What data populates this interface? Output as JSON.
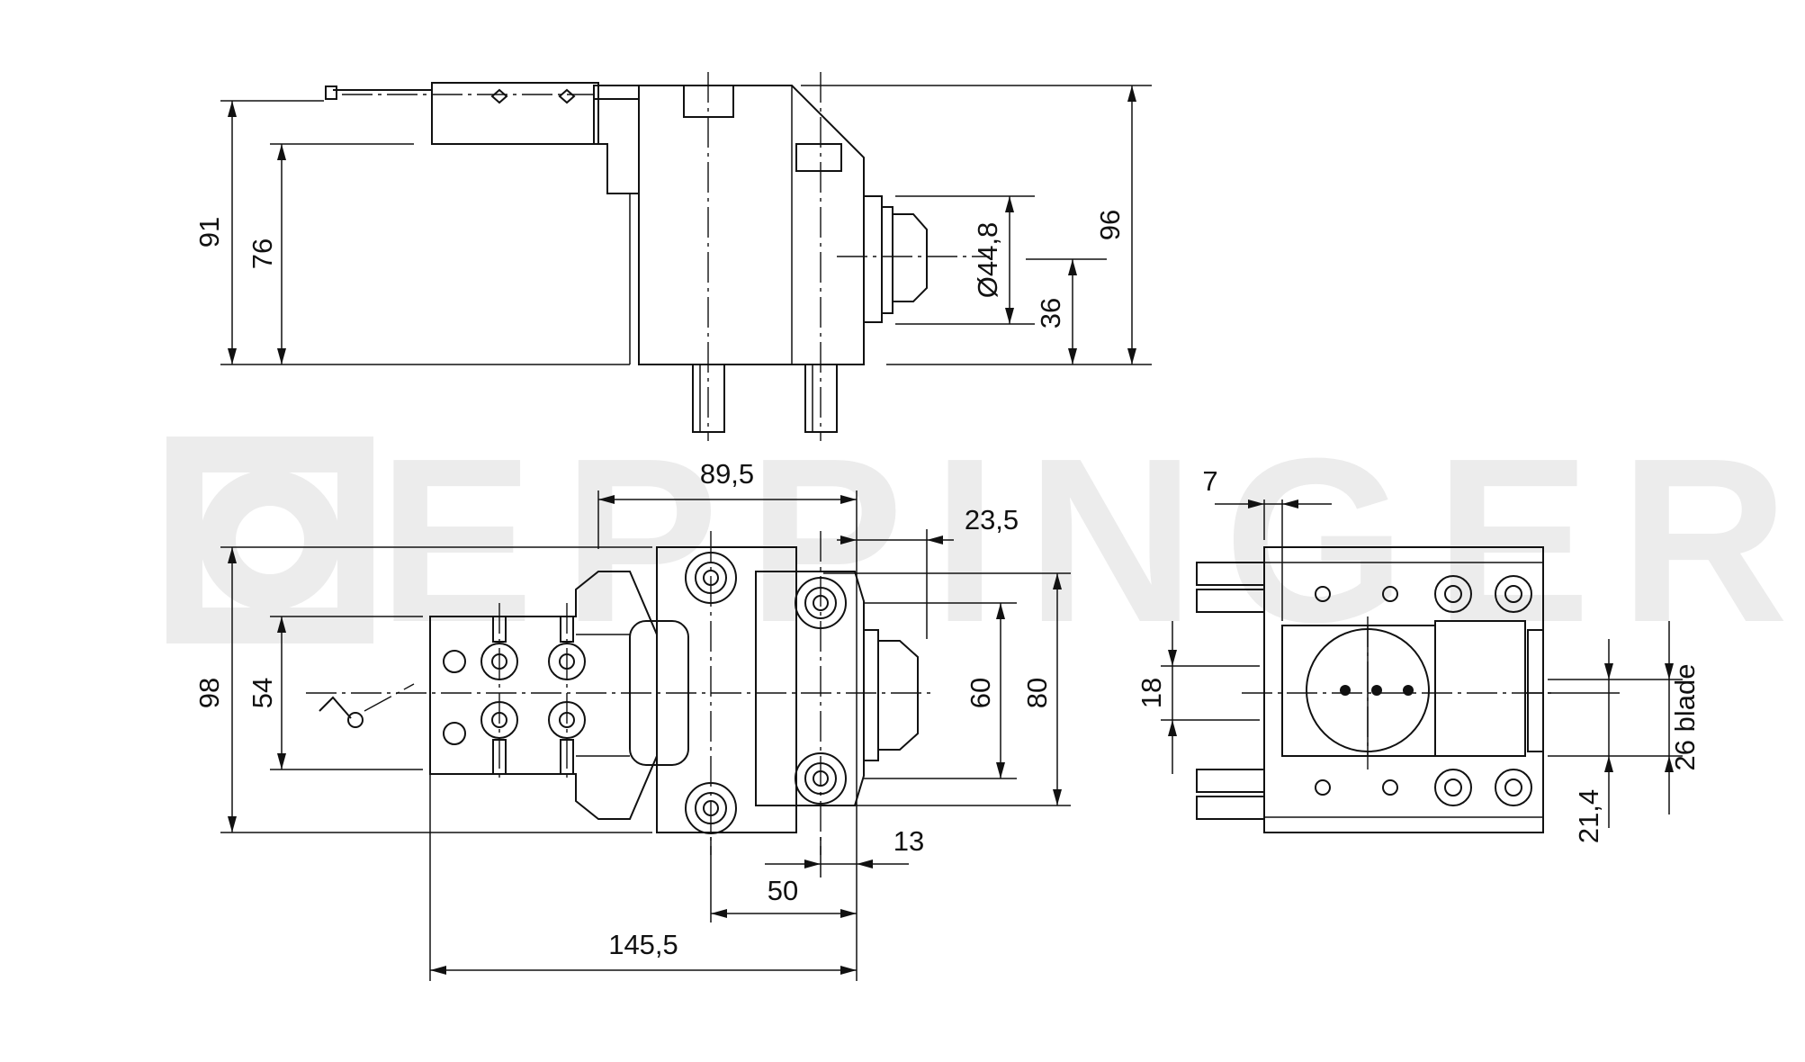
{
  "watermark": {
    "text": "EPPINGER"
  },
  "side_view": {
    "dims": {
      "overall_height": "91",
      "height_76": "76",
      "diameter": "Ø44,8",
      "height_36": "36",
      "height_96": "96"
    }
  },
  "top_view": {
    "dims": {
      "width_89_5": "89,5",
      "offset_23_5": "23,5",
      "height_98": "98",
      "height_54": "54",
      "height_60": "60",
      "height_80": "80",
      "offset_13": "13",
      "width_50": "50",
      "length_145_5": "145,5"
    }
  },
  "end_view": {
    "dims": {
      "width_7": "7",
      "height_18": "18",
      "blade": "26 blade",
      "offset_21_4": "21,4"
    }
  }
}
